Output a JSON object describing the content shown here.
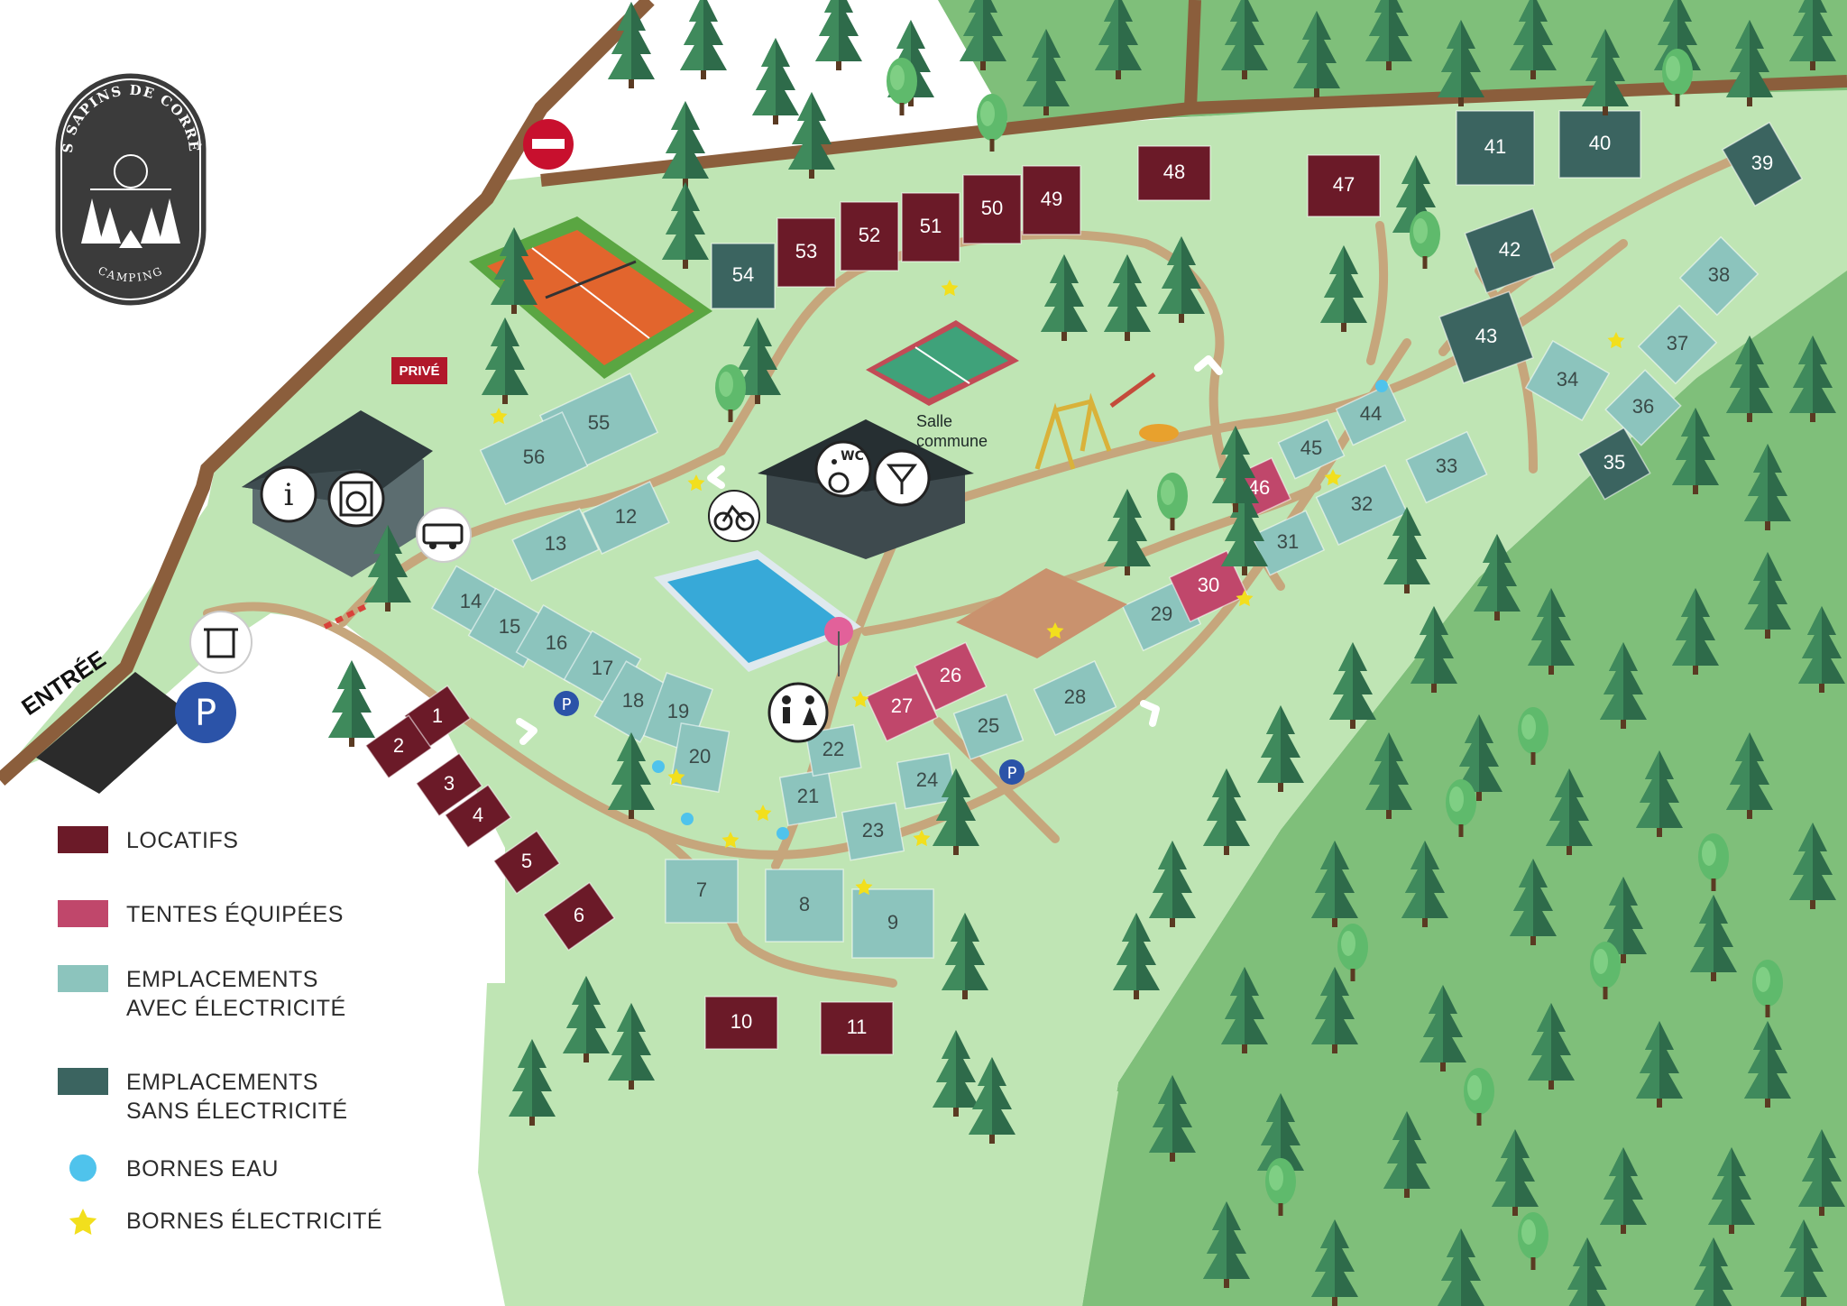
{
  "logo": {
    "arc_top": "LES SAPINS DE CORRÈZE",
    "arc_bottom": "CAMPING"
  },
  "labels": {
    "entree": "ENTRÉE",
    "prive": "PRIVÉ",
    "salle_commune": "Salle\ncommune"
  },
  "colors": {
    "locatifs": "#6b1a28",
    "tentes": "#c0476b",
    "avec_elec": "#8cc4bd",
    "sans_elec": "#3b6460",
    "water": "#4fc3ec",
    "star": "#f2df1d",
    "grass": "#bfe5b4",
    "path": "#c6a67c",
    "forest": "#7fbf7a",
    "road": "#8b5e3c"
  },
  "legend": [
    {
      "kind": "swatch",
      "color": "#6b1a28",
      "label": "LOCATIFS"
    },
    {
      "kind": "swatch",
      "color": "#c0476b",
      "label": "TENTES ÉQUIPÉES"
    },
    {
      "kind": "swatch",
      "color": "#8cc4bd",
      "label": "EMPLACEMENTS\nAVEC ÉLECTRICITÉ"
    },
    {
      "kind": "swatch",
      "color": "#3b6460",
      "label": "EMPLACEMENTS\nSANS ÉLECTRICITÉ"
    },
    {
      "kind": "dot",
      "color": "#4fc3ec",
      "label": "BORNES EAU"
    },
    {
      "kind": "star",
      "color": "#f2df1d",
      "label": "BORNES ÉLECTRICITÉ"
    }
  ],
  "pitches": [
    {
      "n": "1",
      "type": "locatifs"
    },
    {
      "n": "2",
      "type": "locatifs"
    },
    {
      "n": "3",
      "type": "locatifs"
    },
    {
      "n": "4",
      "type": "locatifs"
    },
    {
      "n": "5",
      "type": "locatifs"
    },
    {
      "n": "6",
      "type": "locatifs"
    },
    {
      "n": "7",
      "type": "avec_elec"
    },
    {
      "n": "8",
      "type": "avec_elec"
    },
    {
      "n": "9",
      "type": "avec_elec"
    },
    {
      "n": "10",
      "type": "locatifs"
    },
    {
      "n": "11",
      "type": "locatifs"
    },
    {
      "n": "12",
      "type": "avec_elec"
    },
    {
      "n": "13",
      "type": "avec_elec"
    },
    {
      "n": "14",
      "type": "avec_elec"
    },
    {
      "n": "15",
      "type": "avec_elec"
    },
    {
      "n": "16",
      "type": "avec_elec"
    },
    {
      "n": "17",
      "type": "avec_elec"
    },
    {
      "n": "18",
      "type": "avec_elec"
    },
    {
      "n": "19",
      "type": "avec_elec"
    },
    {
      "n": "20",
      "type": "avec_elec"
    },
    {
      "n": "21",
      "type": "avec_elec"
    },
    {
      "n": "22",
      "type": "avec_elec"
    },
    {
      "n": "23",
      "type": "avec_elec"
    },
    {
      "n": "24",
      "type": "avec_elec"
    },
    {
      "n": "25",
      "type": "avec_elec"
    },
    {
      "n": "26",
      "type": "tentes"
    },
    {
      "n": "27",
      "type": "tentes"
    },
    {
      "n": "28",
      "type": "avec_elec"
    },
    {
      "n": "29",
      "type": "avec_elec"
    },
    {
      "n": "30",
      "type": "tentes"
    },
    {
      "n": "31",
      "type": "avec_elec"
    },
    {
      "n": "32",
      "type": "avec_elec"
    },
    {
      "n": "33",
      "type": "avec_elec"
    },
    {
      "n": "34",
      "type": "avec_elec"
    },
    {
      "n": "35",
      "type": "sans_elec"
    },
    {
      "n": "36",
      "type": "avec_elec"
    },
    {
      "n": "37",
      "type": "avec_elec"
    },
    {
      "n": "38",
      "type": "avec_elec"
    },
    {
      "n": "39",
      "type": "sans_elec"
    },
    {
      "n": "40",
      "type": "sans_elec"
    },
    {
      "n": "41",
      "type": "sans_elec"
    },
    {
      "n": "42",
      "type": "sans_elec"
    },
    {
      "n": "43",
      "type": "sans_elec"
    },
    {
      "n": "44",
      "type": "avec_elec"
    },
    {
      "n": "45",
      "type": "avec_elec"
    },
    {
      "n": "46",
      "type": "tentes"
    },
    {
      "n": "47",
      "type": "locatifs"
    },
    {
      "n": "48",
      "type": "locatifs"
    },
    {
      "n": "49",
      "type": "locatifs"
    },
    {
      "n": "50",
      "type": "locatifs"
    },
    {
      "n": "51",
      "type": "locatifs"
    },
    {
      "n": "52",
      "type": "locatifs"
    },
    {
      "n": "53",
      "type": "locatifs"
    },
    {
      "n": "54",
      "type": "sans_elec"
    },
    {
      "n": "55",
      "type": "avec_elec"
    },
    {
      "n": "56",
      "type": "avec_elec"
    }
  ],
  "icons": [
    "info-icon",
    "laundry-icon",
    "camper-van-icon",
    "recycling-bin-icon",
    "parking-icon",
    "bicycle-icon",
    "wc-icon",
    "accessible-icon",
    "cocktail-icon",
    "toilets-icon",
    "no-entry-icon",
    "tennis-court-icon",
    "pool-icon",
    "playground-icon",
    "petanque-icon"
  ]
}
